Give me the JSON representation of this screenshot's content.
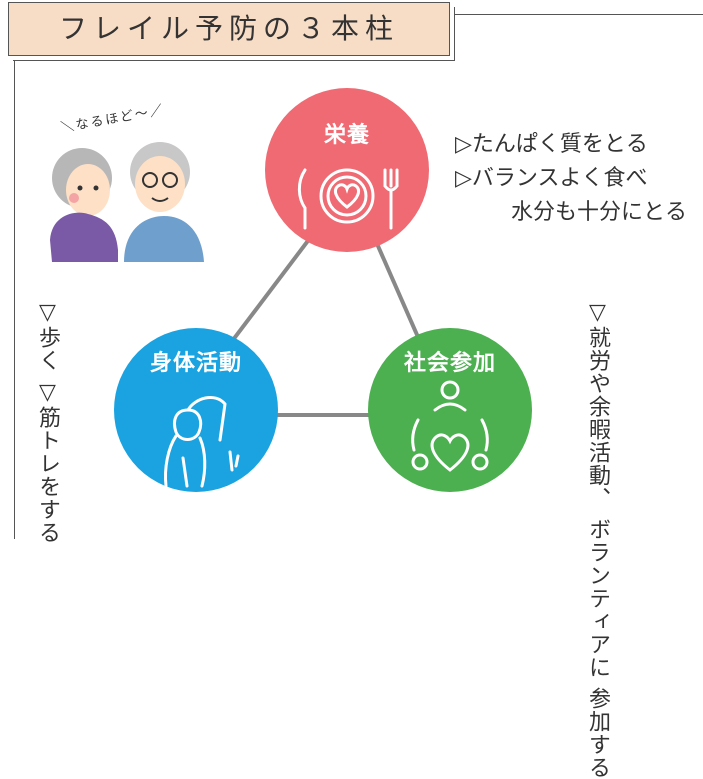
{
  "title": "フレイル予防の３本柱",
  "speech_bubble": "＼なるほど〜／",
  "pillars": {
    "nutrition": {
      "label": "栄養",
      "color": "#ef6a72",
      "icon": "plate-heart-icon"
    },
    "physical": {
      "label": "身体活動",
      "color": "#1aa3e0",
      "icon": "stretching-person-icon"
    },
    "social": {
      "label": "社会参加",
      "color": "#4caf50",
      "icon": "people-heart-icon"
    }
  },
  "nutrition_tips": [
    "▷たんぱく質をとる",
    "▷バランスよく食べ",
    "水分も十分にとる"
  ],
  "physical_tips": [
    "▽歩く",
    "▽筋トレをする"
  ],
  "social_tips": [
    "▽就労や余暇活動、",
    "ボランティアに",
    "参加する"
  ],
  "illustration": "elderly-couple-icon"
}
